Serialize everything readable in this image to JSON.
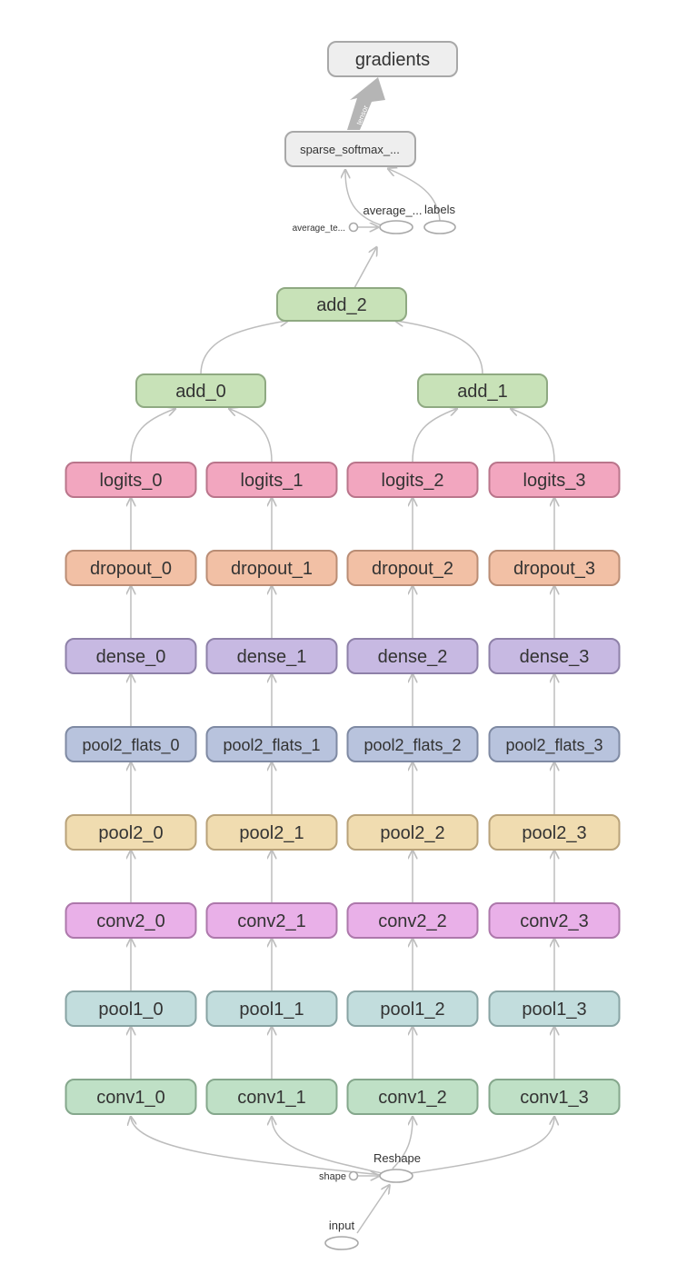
{
  "graph": {
    "top": {
      "gradients": "gradients",
      "softmax": "sparse_softmax_...",
      "tensor_edge_label": "tensor"
    },
    "ops": {
      "average": "average_...",
      "average_te": "average_te...",
      "labels": "labels"
    },
    "adds": {
      "add_2": "add_2",
      "add_0": "add_0",
      "add_1": "add_1"
    },
    "layers": [
      {
        "key": "logits",
        "labels": [
          "logits_0",
          "logits_1",
          "logits_2",
          "logits_3"
        ],
        "fill": "#f2a6bf",
        "stroke": "#b9758b"
      },
      {
        "key": "dropout",
        "labels": [
          "dropout_0",
          "dropout_1",
          "dropout_2",
          "dropout_3"
        ],
        "fill": "#f2c0a5",
        "stroke": "#ba8d75"
      },
      {
        "key": "dense",
        "labels": [
          "dense_0",
          "dense_1",
          "dense_2",
          "dense_3"
        ],
        "fill": "#c7b9e2",
        "stroke": "#8e81a8"
      },
      {
        "key": "pool2_flats",
        "labels": [
          "pool2_flats_0",
          "pool2_flats_1",
          "pool2_flats_2",
          "pool2_flats_3"
        ],
        "fill": "#b8c3dd",
        "stroke": "#7f8aa3"
      },
      {
        "key": "pool2",
        "labels": [
          "pool2_0",
          "pool2_1",
          "pool2_2",
          "pool2_3"
        ],
        "fill": "#f0dcb0",
        "stroke": "#b8a27a"
      },
      {
        "key": "conv2",
        "labels": [
          "conv2_0",
          "conv2_1",
          "conv2_2",
          "conv2_3"
        ],
        "fill": "#e9b0e8",
        "stroke": "#ad78ab"
      },
      {
        "key": "pool1",
        "labels": [
          "pool1_0",
          "pool1_1",
          "pool1_2",
          "pool1_3"
        ],
        "fill": "#c2dddd",
        "stroke": "#88a3a3"
      },
      {
        "key": "conv1",
        "labels": [
          "conv1_0",
          "conv1_1",
          "conv1_2",
          "conv1_3"
        ],
        "fill": "#bfe0c6",
        "stroke": "#85a78c"
      }
    ],
    "bottom": {
      "reshape": "Reshape",
      "shape": "shape",
      "input": "input"
    },
    "colors": {
      "green_fill": "#c8e2b8",
      "green_stroke": "#8fa982",
      "gray_fill": "#eeeeee",
      "gray_stroke": "#a8a8a8",
      "edge": "#bdbdbd",
      "tensor_edge": "#b5b5b5"
    }
  }
}
